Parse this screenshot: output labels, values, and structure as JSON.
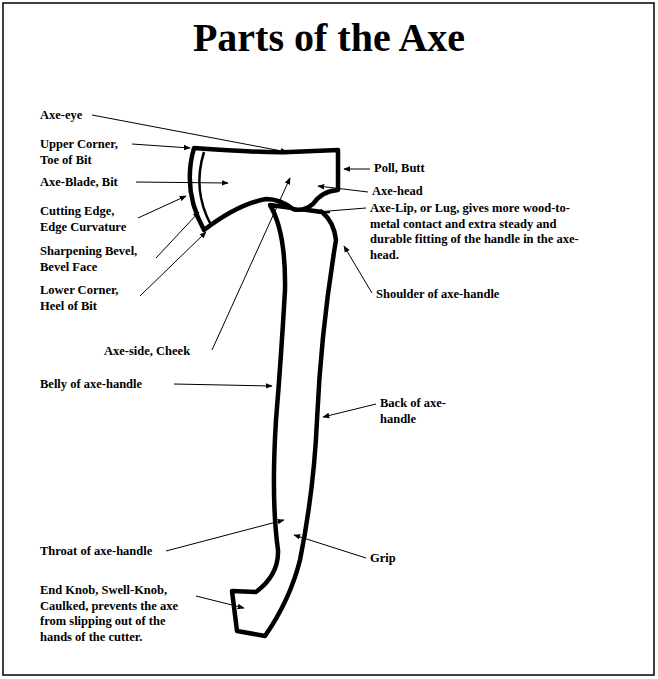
{
  "diagram": {
    "title": "Parts of the Axe",
    "labels": [
      "Axe-eye",
      "Upper Corner, Toe of Bit",
      "Poll, Butt",
      "Axe-Blade, Bit",
      "Axe-head",
      "Cutting Edge, Edge Curvature",
      "Axe-Lip, or Lug, gives more wood-to-metal contact and extra steady and durable fitting of the handle in the axe-head.",
      "Sharpening Bevel, Bevel Face",
      "Shoulder of axe-handle",
      "Lower Corner, Heel of Bit",
      "Axe-side, Cheek",
      "Belly of axe-handle",
      "Back of axe-handle",
      "Throat of axe-handle",
      "Grip",
      "End Knob, Swell-Knob, Caulked, prevents the axe from slipping out of the hands of the cutter."
    ]
  }
}
